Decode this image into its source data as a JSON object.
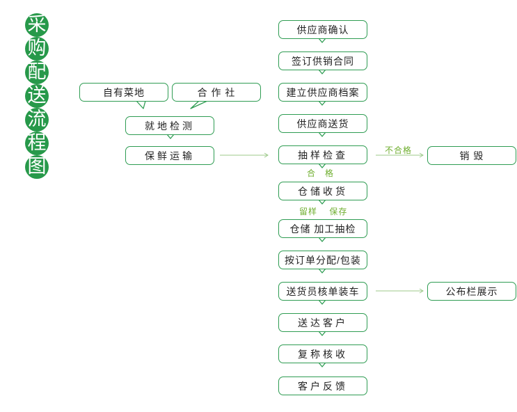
{
  "title_chars": [
    "采",
    "购",
    "配",
    "送",
    "流",
    "程",
    "图"
  ],
  "left": {
    "sources": [
      "自有菜地",
      "合 作 社"
    ],
    "inspect": "就地检测",
    "transport": "保鲜运输"
  },
  "main": [
    "供应商确认",
    "签订供销合同",
    "建立供应商档案",
    "供应商送货",
    "抽样检查",
    "仓储收货",
    "仓储 加工抽检",
    "按订单分配/包装",
    "送货员核单装车",
    "送达客户",
    "复称核收",
    "客户反馈"
  ],
  "labels": {
    "fail": "不合格",
    "pass": "合   格",
    "storage": "留样    保存"
  },
  "right": {
    "destroy": "销    毁",
    "bulletin": "公布栏展示"
  },
  "colors": {
    "stroke": "#2e9c52",
    "title_bg": "#27994a",
    "label": "#6fae2f"
  }
}
